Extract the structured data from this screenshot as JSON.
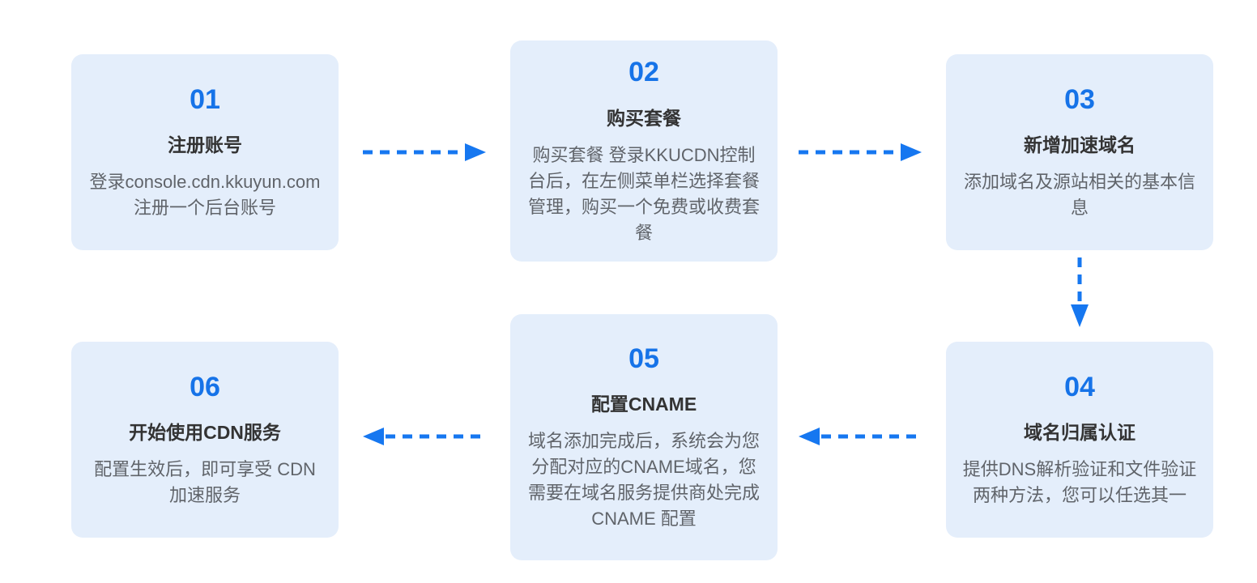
{
  "theme": {
    "accent_blue": "#1673e8",
    "arrow_blue": "#1677f0",
    "card_background": "#e4eefb",
    "title_color": "#333333",
    "description_color": "#60646a",
    "page_background": "#ffffff"
  },
  "steps": [
    {
      "number": "01",
      "title": "注册账号",
      "description": "登录console.cdn.kkuyun.com 注册一个后台账号"
    },
    {
      "number": "02",
      "title": "购买套餐",
      "description": "购买套餐 登录KKUCDN控制台后，在左侧菜单栏选择套餐管理，购买一个免费或收费套餐"
    },
    {
      "number": "03",
      "title": "新增加速域名",
      "description": "添加域名及源站相关的基本信息"
    },
    {
      "number": "04",
      "title": "域名归属认证",
      "description": "提供DNS解析验证和文件验证两种方法，您可以任选其一"
    },
    {
      "number": "05",
      "title": "配置CNAME",
      "description": "域名添加完成后，系统会为您分配对应的CNAME域名，您需要在域名服务提供商处完成CNAME 配置"
    },
    {
      "number": "06",
      "title": "开始使用CDN服务",
      "description": "配置生效后，即可享受 CDN 加速服务"
    }
  ],
  "arrows": [
    {
      "name": "arrow-step1-to-step2",
      "direction": "right"
    },
    {
      "name": "arrow-step2-to-step3",
      "direction": "right"
    },
    {
      "name": "arrow-step3-to-step4",
      "direction": "down"
    },
    {
      "name": "arrow-step4-to-step5",
      "direction": "left"
    },
    {
      "name": "arrow-step5-to-step6",
      "direction": "left"
    }
  ]
}
